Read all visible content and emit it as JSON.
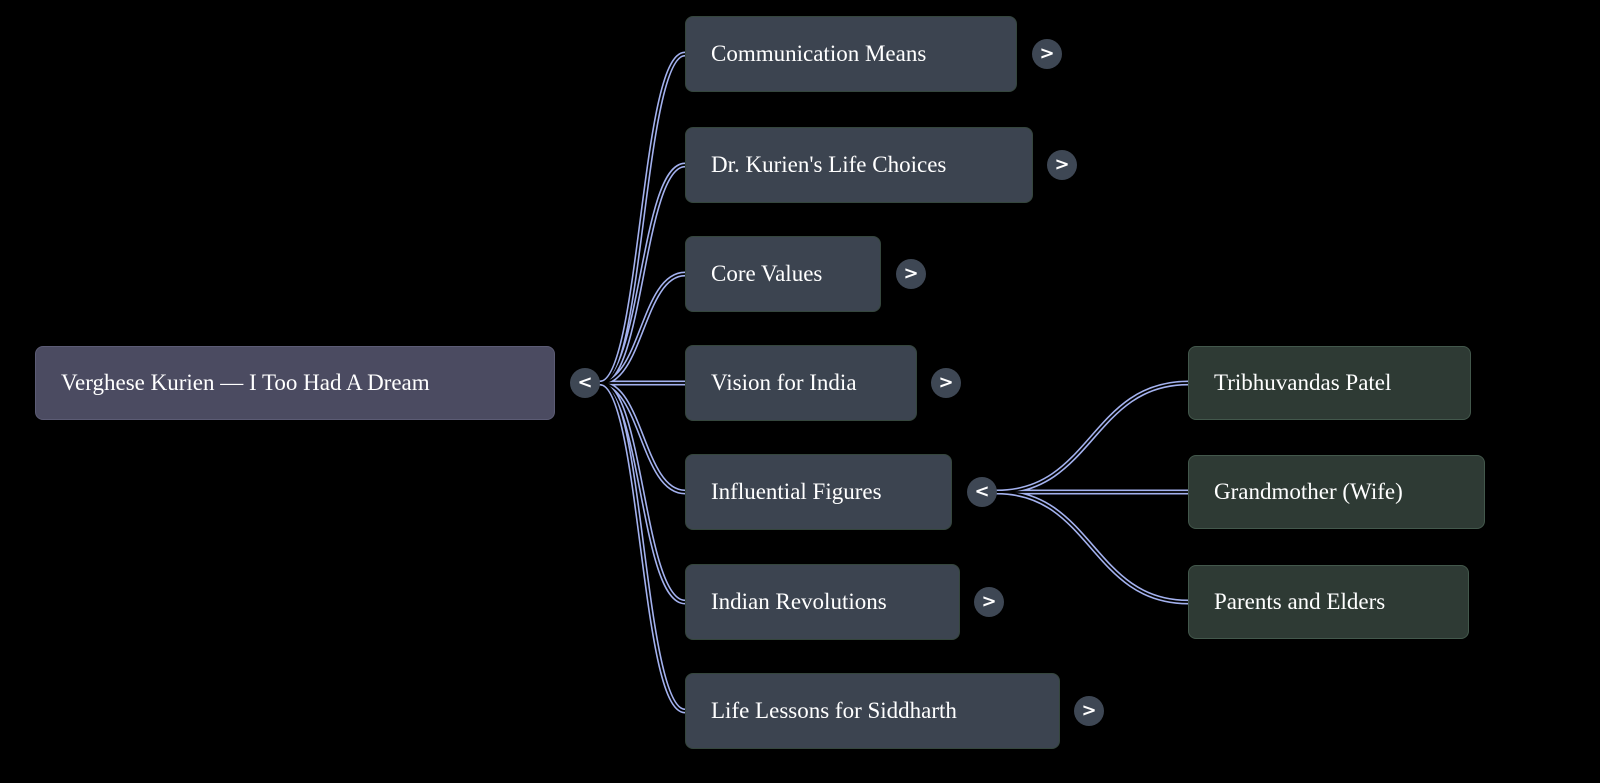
{
  "colors": {
    "background": "#000000",
    "edge": "#a3b1ee",
    "root_bg": "#4b4b61",
    "child_bg": "#3c4450",
    "grandchild_bg": "#2e3a34",
    "toggle_bg": "#3e4754",
    "text": "#ffffff"
  },
  "root": {
    "label": "Verghese Kurien — I Too Had A Dream",
    "toggle": "<"
  },
  "children": [
    {
      "label": "Communication Means",
      "toggle": ">"
    },
    {
      "label": "Dr. Kurien's Life Choices",
      "toggle": ">"
    },
    {
      "label": "Core Values",
      "toggle": ">"
    },
    {
      "label": "Vision for India",
      "toggle": ">"
    },
    {
      "label": "Influential Figures",
      "toggle": "<"
    },
    {
      "label": "Indian Revolutions",
      "toggle": ">"
    },
    {
      "label": "Life Lessons for Siddharth",
      "toggle": ">"
    }
  ],
  "grandchildren": [
    {
      "label": "Tribhuvandas Patel"
    },
    {
      "label": "Grandmother (Wife)"
    },
    {
      "label": "Parents and Elders"
    }
  ]
}
